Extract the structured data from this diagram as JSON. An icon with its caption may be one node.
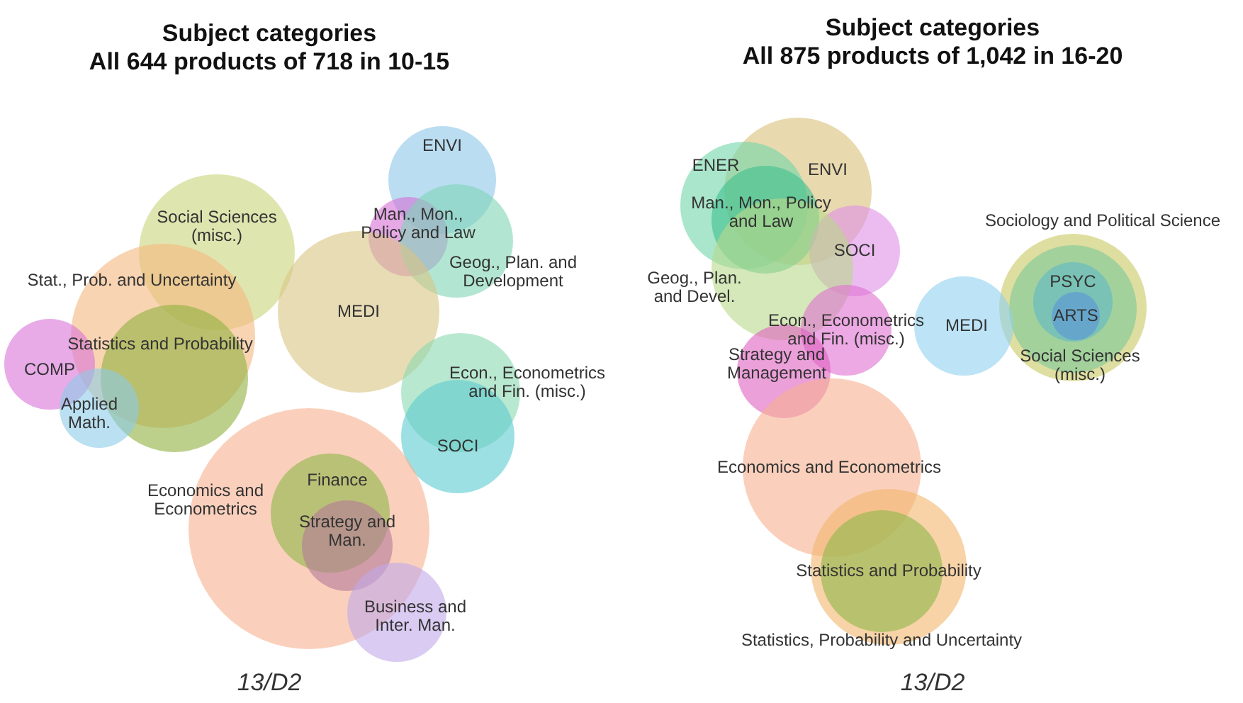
{
  "diagram": {
    "nodes": [
      {
        "text": [
          "ENVI"
        ]
      },
      {
        "text": [
          "Social Sciences (misc.)"
        ]
      },
      {
        "text": [
          "Man., Mon., Policy and Law"
        ]
      },
      {
        "text": [
          "Geog., Plan. and Development"
        ]
      },
      {
        "text": [
          "Stat., Prob. and Uncertainty"
        ]
      },
      {
        "text": [
          "MEDI"
        ]
      },
      {
        "text": [
          "Statistics and Probability"
        ]
      },
      {
        "text": [
          "COMP"
        ]
      },
      {
        "text": [
          "Applied Math."
        ]
      },
      {
        "text": [
          "Econ., Econometrics and Fin. (misc.)"
        ]
      },
      {
        "text": [
          "SOCI"
        ]
      },
      {
        "text": [
          "Economics and Econometrics"
        ]
      },
      {
        "text": [
          "Finance"
        ],
        "in": 11
      },
      {
        "text": [
          "Strategy and Man."
        ],
        "in": 11
      },
      {
        "text": [
          "Business and Inter. Man."
        ]
      },
      {
        "text": [
          "ENVI"
        ]
      },
      {
        "text": [
          "ENER"
        ]
      },
      {
        "text": [
          "Man., Mon., Policy and Law"
        ]
      },
      {
        "text": [
          "SOCI"
        ]
      },
      {
        "text": [
          "Geog., Plan. and Devel."
        ]
      },
      {
        "text": [
          "Sociology and Political Science"
        ]
      },
      {
        "text": [
          "Social Sciences (misc.)"
        ],
        "in": 20
      },
      {
        "text": [
          "PSYC"
        ],
        "in": 21
      },
      {
        "text": [
          "ARTS"
        ],
        "in": 22
      },
      {
        "text": [
          "Econ., Econometrics and Fin. (misc.)"
        ]
      },
      {
        "text": [
          "MEDI"
        ]
      },
      {
        "text": [
          "Strategy and Management"
        ]
      },
      {
        "text": [
          "Economics and Econometrics"
        ]
      },
      {
        "text": [
          "Statistics, Probability and Uncertainty"
        ]
      },
      {
        "text": [
          "Statistics and Probability"
        ],
        "in": 28
      }
    ],
    "labels": [
      "Subject categories",
      "All 644 products of 718 in 10-15",
      "Subject categories",
      "All 875 products of 1,042 in 16-20",
      "13/D2",
      "13/D2"
    ]
  }
}
